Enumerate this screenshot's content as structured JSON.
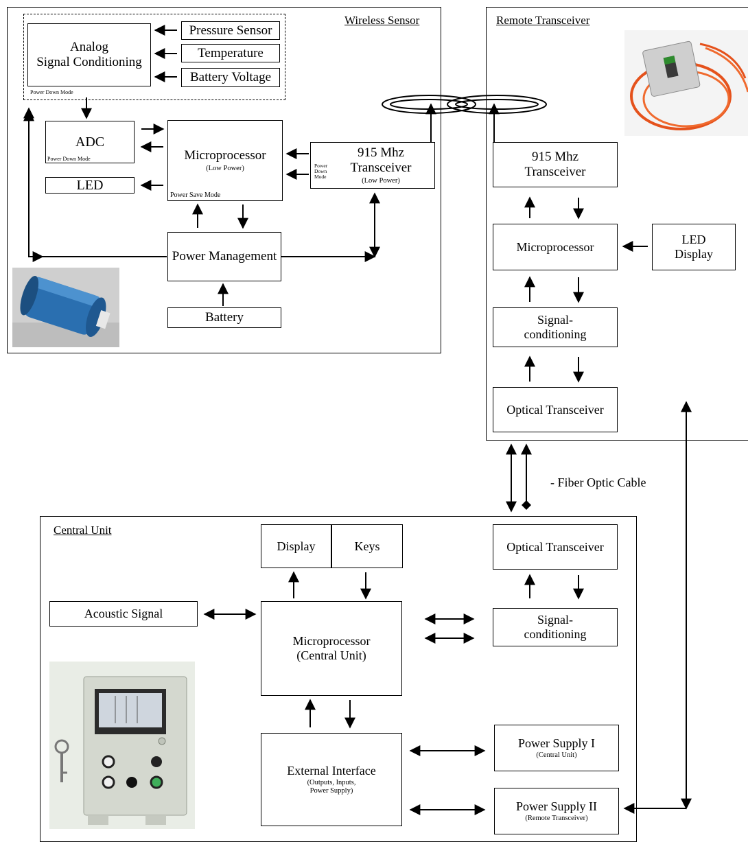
{
  "sections": {
    "wireless_sensor": "Wireless Sensor",
    "remote_transceiver": "Remote Transceiver",
    "central_unit": "Central Unit"
  },
  "wireless": {
    "analog": [
      "Analog",
      "Signal Conditioning"
    ],
    "pressure": "Pressure Sensor",
    "temperature": "Temperature",
    "battery_voltage": "Battery Voltage",
    "power_down_analog": "Power Down Mode",
    "adc": "ADC",
    "power_down_adc": "Power Down Mode",
    "led": "LED",
    "micro": "Microprocessor",
    "micro_sub": "(Low Power)",
    "power_save": "Power Save Mode",
    "trx": [
      "915 Mhz",
      "Transceiver"
    ],
    "trx_sub": "(Low Power)",
    "trx_mode": [
      "Power",
      "Down",
      "Mode"
    ],
    "power_mgmt": "Power Management",
    "battery": "Battery"
  },
  "remote": {
    "trx": [
      "915 Mhz",
      "Transceiver"
    ],
    "micro": "Microprocessor",
    "led_display": [
      "LED",
      "Display"
    ],
    "signal": [
      "Signal-",
      "conditioning"
    ],
    "optical": "Optical Transceiver"
  },
  "cable": {
    "label": "- Fiber Optic Cable"
  },
  "central": {
    "display": "Display",
    "keys": "Keys",
    "optical": "Optical Transceiver",
    "acoustic": "Acoustic Signal",
    "micro": [
      "Microprocessor",
      "(Central Unit)"
    ],
    "signal": [
      "Signal-",
      "conditioning"
    ],
    "ext": "External Interface",
    "ext_sub": [
      "(Outputs, Inputs,",
      "Power Supply)"
    ],
    "ps1": "Power Supply I",
    "ps1_sub": "(Central Unit)",
    "ps2": "Power Supply II",
    "ps2_sub": "(Remote Transceiver)"
  }
}
